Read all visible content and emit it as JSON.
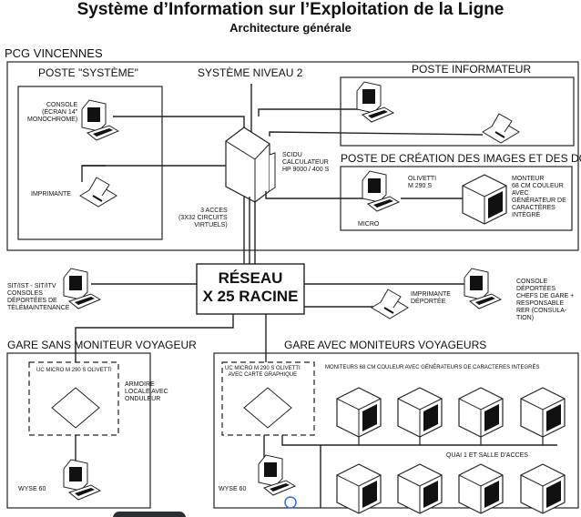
{
  "title": "Système d’Information sur l’Exploitation de la Ligne",
  "subtitle": "Architecture générale",
  "pcg": {
    "label": "PCG VINCENNES",
    "poste_systeme": {
      "label": "POSTE \"SYSTÈME\"",
      "console": "CONSOLE\n(ÉCRAN 14\"\nMONOCHROME)",
      "imprimante": "IMPRIMANTE"
    },
    "systeme_niveau": "SYSTÈME NIVEAU 2",
    "server": "SCIDU\nCALCULATEUR\nHP 9000 / 400 S",
    "acces": "3 ACCES\n(3X32 CIRCUITS\nVIRTUELS)",
    "poste_informateur": {
      "label": "POSTE INFORMATEUR"
    },
    "poste_creation": {
      "label": "POSTE DE CRÉATION DES IMAGES ET DES DONNÉES",
      "olivetti": "OLIVETTI\nM 290 S",
      "micro": "MICRO",
      "moniteur": "MONTEUR\n68 CM COULEUR\nAVEC\nGÉNÉRATEUR DE\nCARACTÈRES\nINTÉGRÉ"
    }
  },
  "reseau": {
    "label": "RÉSEAU\nX 25 RACINE"
  },
  "sit": "SIT/IST - SIT/ITV\nCONSOLES\nDÉPORTÉES DE\nTÉLÉMAINTENANCE",
  "imprimante_deportee": "IMPRIMANTE\nDÉPORTÉE",
  "console_deportees": "CONSOLE\nDÉPORTÉES\nCHEFS DE GARE +\nRESPONSABLE\nRER (CONSULA-\nTION)",
  "gare_sans": {
    "label": "GARE SANS MONITEUR VOYAGEUR",
    "uc": "UC MICRO M 290 S OLIVETTI",
    "armoire": "ARMOIRE\nLOCALE AVEC\nONDULEUR",
    "wyse": "WYSE 60"
  },
  "gare_avec": {
    "label": "GARE AVEC MONITEURS VOYAGEURS",
    "uc": "UC MICRO M 290 S OLIVETTI\nAVEC CARTE GRAPHIQUE",
    "moniteurs": "MONITEURS 68 CM COULEUR AVEC GÉNÉRATEURS DE CARACTERES INTEGRÉS",
    "quai": "QUAI 1 ET SALLE D'ACCES",
    "wyse": "WYSE 60"
  },
  "colors": {
    "ink": "#222222",
    "cursor": "#2f6fe0",
    "overlay": "#2a2f36"
  }
}
